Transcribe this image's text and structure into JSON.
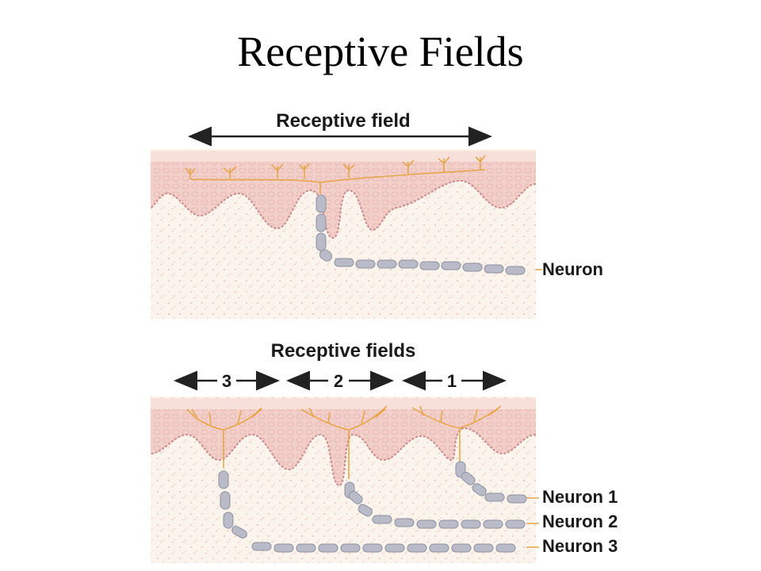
{
  "slide": {
    "title": "Receptive Fields"
  },
  "top_panel": {
    "field_label": "Receptive field",
    "neuron_label": "Neuron"
  },
  "bottom_panel": {
    "fields_label": "Receptive fields",
    "field_numbers": [
      "3",
      "2",
      "1"
    ],
    "neuron_labels": [
      "Neuron 1",
      "Neuron 2",
      "Neuron 3"
    ]
  },
  "colors": {
    "epidermis": "#f3cfc9",
    "epidermis_light": "#f8e0da",
    "dermis": "#f9f0e6",
    "basement_line": "#c98a8e",
    "nerve_fiber": "#e6a64a",
    "myelin": "#b9bcc8",
    "myelin_edge": "#8e91a0",
    "arrow": "#222222"
  }
}
